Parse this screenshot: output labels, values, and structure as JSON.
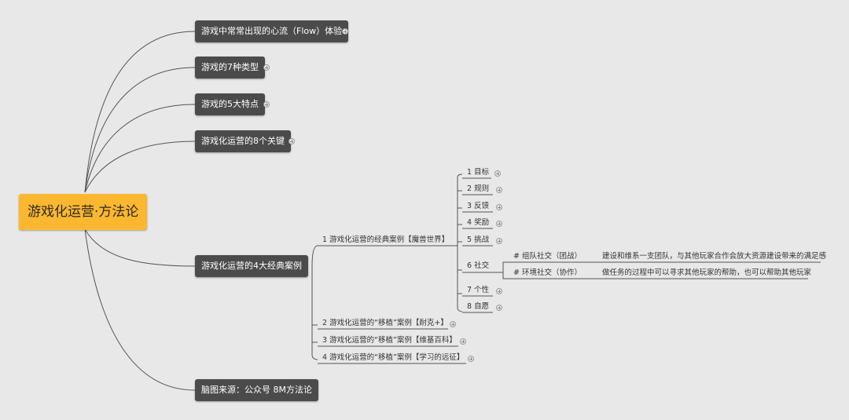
{
  "root": {
    "label": "游戏化运营·方法论"
  },
  "branches": [
    {
      "label": "游戏中常常出现的心流（Flow）体验"
    },
    {
      "label": "游戏的7种类型"
    },
    {
      "label": "游戏的5大特点"
    },
    {
      "label": "游戏化运营的8个关键"
    },
    {
      "label": "游戏化运营的4大经典案例"
    },
    {
      "label": "脑图来源：公众号 8M方法论"
    }
  ],
  "cases": [
    {
      "label": "1 游戏化运营的经典案例【魔兽世界】"
    },
    {
      "label": "2 游戏化运营的“移植”案例【耐克+】"
    },
    {
      "label": "3 游戏化运营的“移植”案例【维基百科】"
    },
    {
      "label": "4 游戏化运营的“移植”案例【学习的远征】"
    }
  ],
  "wow_items": [
    {
      "label": "1 目标"
    },
    {
      "label": "2 规则"
    },
    {
      "label": "3 反馈"
    },
    {
      "label": "4 奖励"
    },
    {
      "label": "5 挑战"
    },
    {
      "label": "6 社交"
    },
    {
      "label": "7 个性"
    },
    {
      "label": "8 自愿"
    }
  ],
  "social": [
    {
      "label": "# 组队社交（团战）",
      "detail": "建设和维系一支团队，与其他玩家合作会放大资源建设带来的满足感"
    },
    {
      "label": "# 环境社交（协作）",
      "detail": "做任务的过程中可以寻求其他玩家的帮助，也可以帮助其他玩家"
    }
  ],
  "colors": {
    "background": "#e8e8e8",
    "root": "#fbb72f",
    "node": "#4b4b4b",
    "line": "#555555"
  }
}
